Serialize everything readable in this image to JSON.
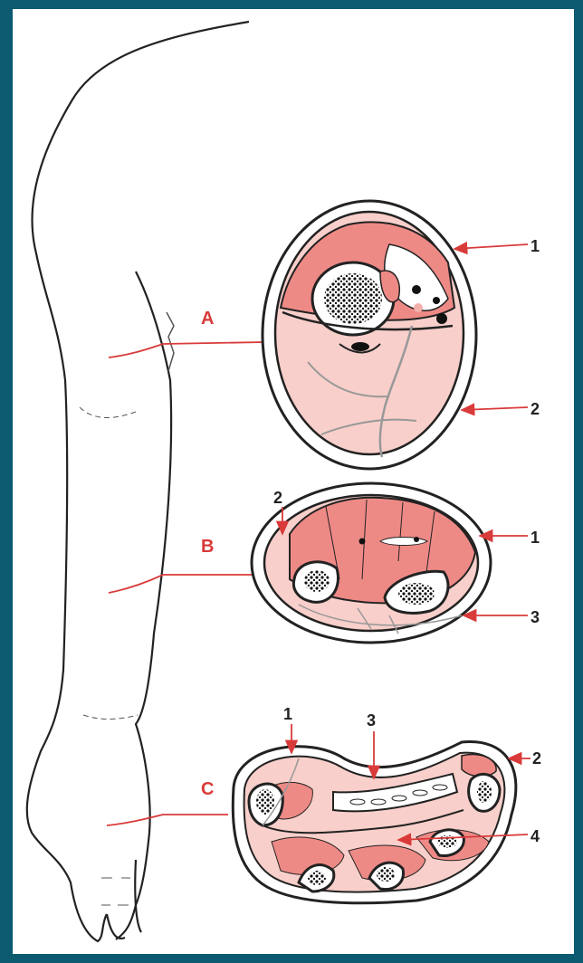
{
  "sections": {
    "A": {
      "label": "A",
      "callouts": [
        "1",
        "2"
      ]
    },
    "B": {
      "label": "B",
      "callouts": [
        "1",
        "2",
        "3"
      ]
    },
    "C": {
      "label": "C",
      "callouts": [
        "1",
        "2",
        "3",
        "4"
      ]
    }
  },
  "colors": {
    "frame": "#0b5a70",
    "muscle_dark": "#ee8a86",
    "muscle_light": "#f8cfca",
    "arrow": "#d93a3a",
    "outline": "#222222"
  }
}
